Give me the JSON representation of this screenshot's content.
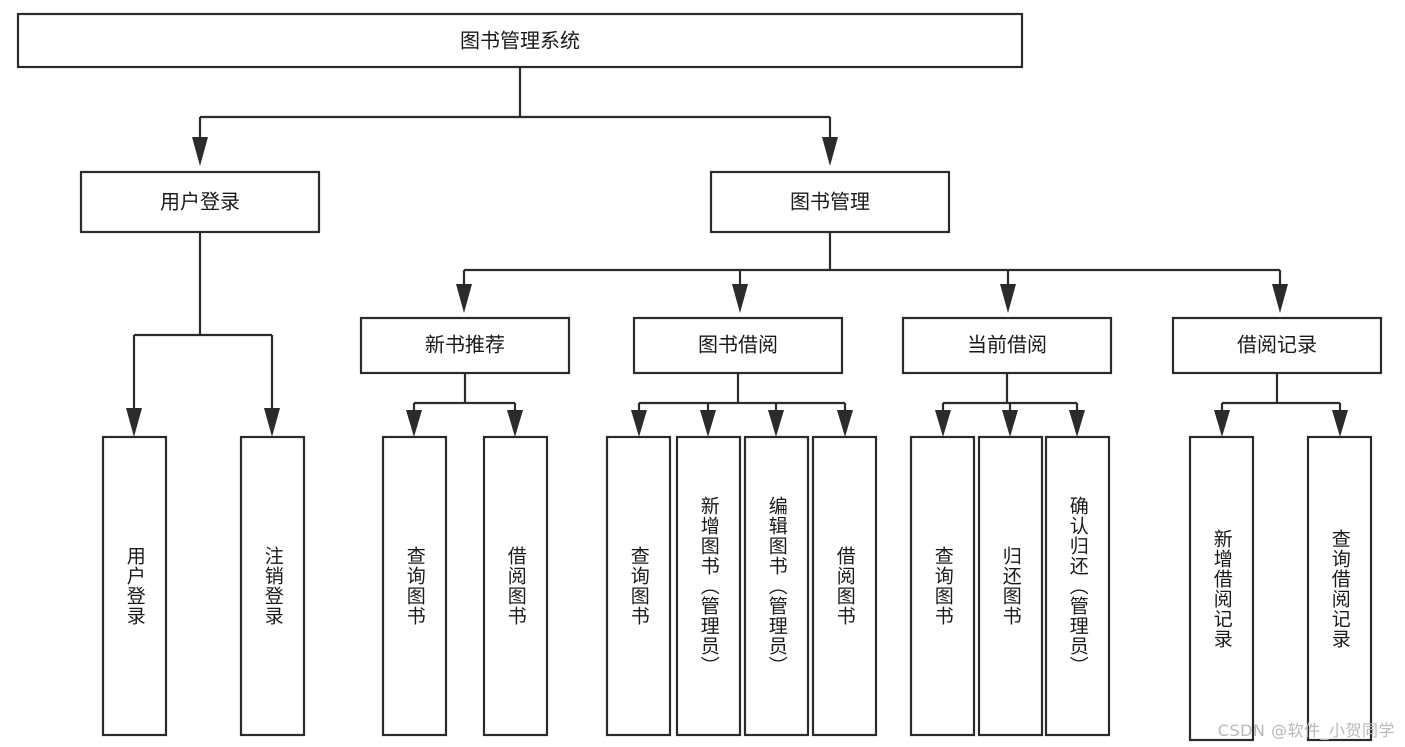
{
  "diagram": {
    "title": "图书管理系统",
    "type": "tree-hierarchy-diagram",
    "colors": {
      "stroke": "#2b2b2b",
      "fill": "#ffffff",
      "text": "#1a1a1a",
      "watermark": "#b9b9b9",
      "background": "#ffffff"
    },
    "root": {
      "label": "图书管理系统"
    },
    "level2": [
      {
        "label": "用户登录"
      },
      {
        "label": "图书管理"
      }
    ],
    "level3": [
      {
        "label": "新书推荐"
      },
      {
        "label": "图书借阅"
      },
      {
        "label": "当前借阅"
      },
      {
        "label": "借阅记录"
      }
    ],
    "leaves": {
      "user_login": [
        {
          "label": "用户登录"
        },
        {
          "label": "注销登录"
        }
      ],
      "new_book_recommend": [
        {
          "label": "查询图书"
        },
        {
          "label": "借阅图书"
        }
      ],
      "book_borrow": [
        {
          "label": "查询图书"
        },
        {
          "label": "新增图书（管理员）"
        },
        {
          "label": "编辑图书（管理员）"
        },
        {
          "label": "借阅图书"
        }
      ],
      "current_borrow": [
        {
          "label": "查询图书"
        },
        {
          "label": "归还图书"
        },
        {
          "label": "确认归还（管理员）"
        }
      ],
      "borrow_record": [
        {
          "label": "新增借阅记录"
        },
        {
          "label": "查询借阅记录"
        }
      ]
    }
  },
  "watermark": {
    "text": "CSDN @软件_小贺同学"
  }
}
